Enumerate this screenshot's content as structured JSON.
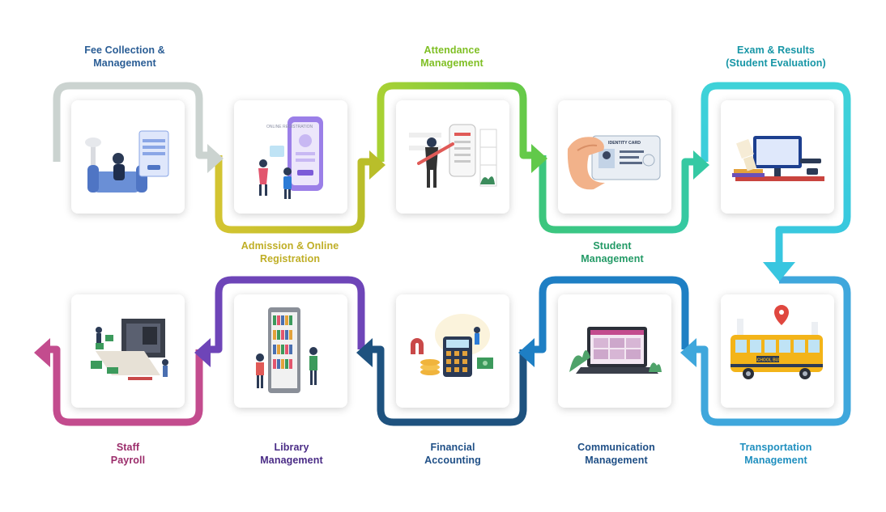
{
  "modules": [
    {
      "id": "fee-collection",
      "lines": [
        "Fee Collection &",
        "Management"
      ],
      "color": "#2a5d95",
      "icon": "person-on-sofa-with-login-form-icon"
    },
    {
      "id": "admission",
      "lines": [
        "Admission & Online",
        "Registration"
      ],
      "color": "#bfae25",
      "icon": "online-registration-phone-icon"
    },
    {
      "id": "attendance",
      "lines": [
        "Attendance",
        "Management"
      ],
      "color": "#7fbf24",
      "icon": "attendance-checklist-icon"
    },
    {
      "id": "student",
      "lines": [
        "Student",
        "Management"
      ],
      "color": "#239a66",
      "icon": "identity-card-in-hand-icon"
    },
    {
      "id": "exam",
      "lines": [
        "Exam & Results",
        "(Student Evaluation)"
      ],
      "color": "#1796a6",
      "icon": "exam-desk-monitor-icon"
    },
    {
      "id": "transportation",
      "lines": [
        "Transportation",
        "Management"
      ],
      "color": "#1f8fbf",
      "icon": "school-bus-icon"
    },
    {
      "id": "communication",
      "lines": [
        "Communication",
        "Management"
      ],
      "color": "#1f4f86",
      "icon": "video-conference-laptop-icon"
    },
    {
      "id": "financial",
      "lines": [
        "Financial",
        "Accounting"
      ],
      "color": "#1f4f86",
      "icon": "calculator-coins-icon"
    },
    {
      "id": "library",
      "lines": [
        "Library",
        "Management"
      ],
      "color": "#4a2c86",
      "icon": "library-bookshelf-icon"
    },
    {
      "id": "staff-payroll",
      "lines": [
        "Staff",
        "Payroll"
      ],
      "color": "#9b2d6b",
      "icon": "payroll-card-machine-icon"
    }
  ],
  "card_image_text": {
    "registration": "ONLINE REGISTRATION",
    "id_card": "IDENTITY CARD",
    "bus_sign": "SCHOOL BUS"
  }
}
